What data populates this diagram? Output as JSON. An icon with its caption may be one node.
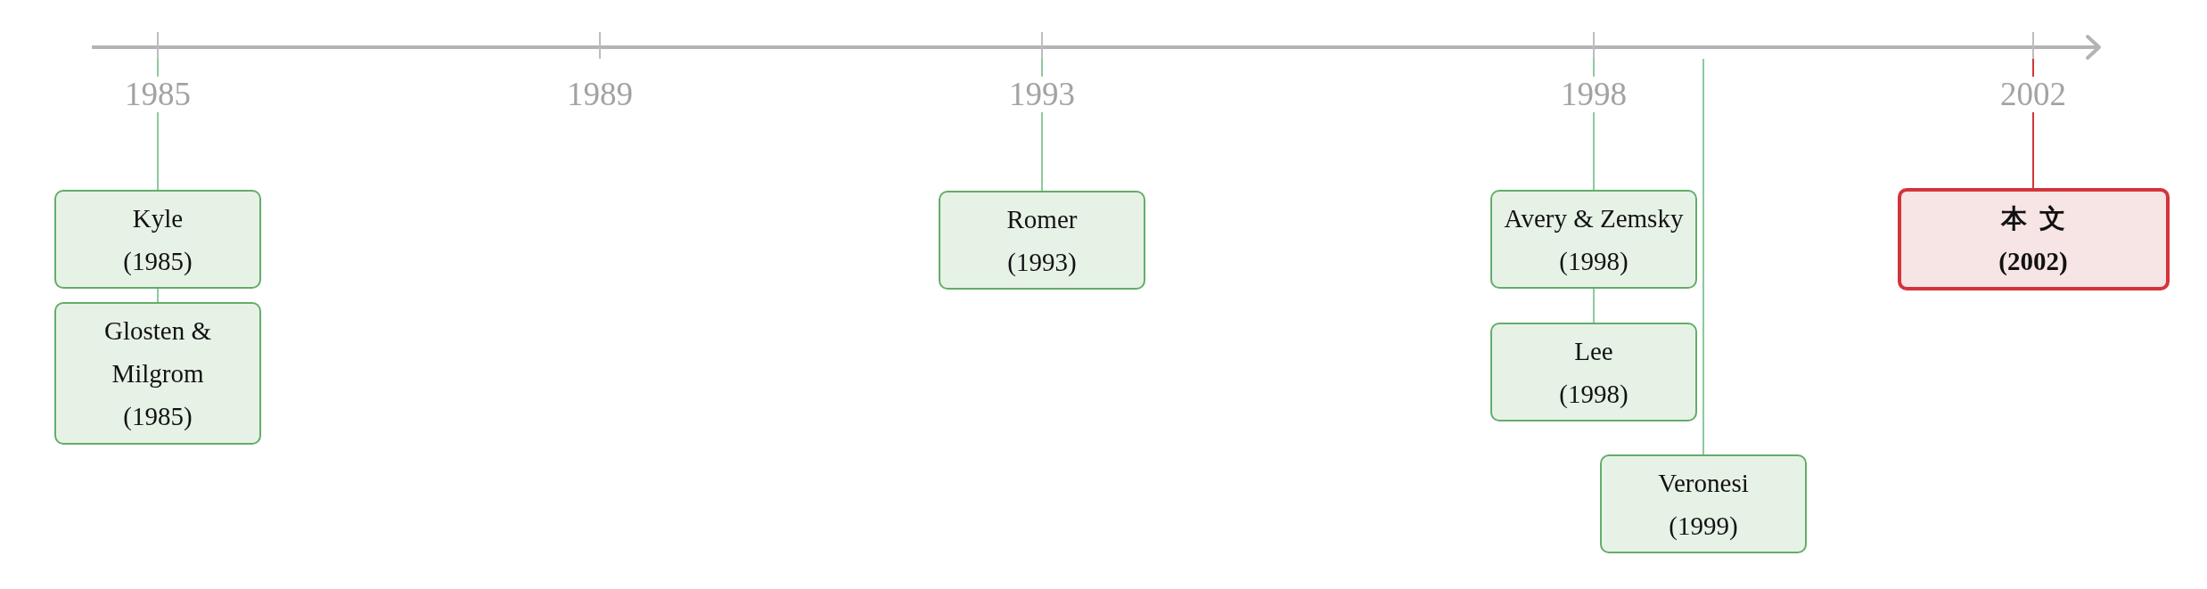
{
  "diagram": {
    "nodes": [
      {
        "text": [
          "Kyle",
          "(1985)"
        ]
      },
      {
        "text": [
          "Glosten & Milgrom",
          "(1985)"
        ]
      },
      {
        "text": [
          "Romer",
          "(1993)"
        ]
      },
      {
        "text": [
          "Avery & Zemsky",
          "(1998)"
        ]
      },
      {
        "text": [
          "Lee",
          "(1998)"
        ]
      },
      {
        "text": [
          "Veronesi",
          "(1999)"
        ]
      },
      {
        "text": [
          "本文",
          "(2002)"
        ]
      }
    ],
    "edges": [
      {
        "from": null,
        "to": 0,
        "arrow": "none"
      },
      {
        "from": 0,
        "to": 1,
        "arrow": "none"
      },
      {
        "from": null,
        "to": 2,
        "arrow": "none"
      },
      {
        "from": null,
        "to": 3,
        "arrow": "none"
      },
      {
        "from": 3,
        "to": 4,
        "arrow": "none"
      },
      {
        "from": null,
        "to": 5,
        "arrow": "none"
      },
      {
        "from": null,
        "to": 6,
        "arrow": "none",
        "color": "#d0363a"
      }
    ],
    "labels": [
      "1985",
      "1989",
      "1993",
      "1998",
      "2002"
    ]
  }
}
